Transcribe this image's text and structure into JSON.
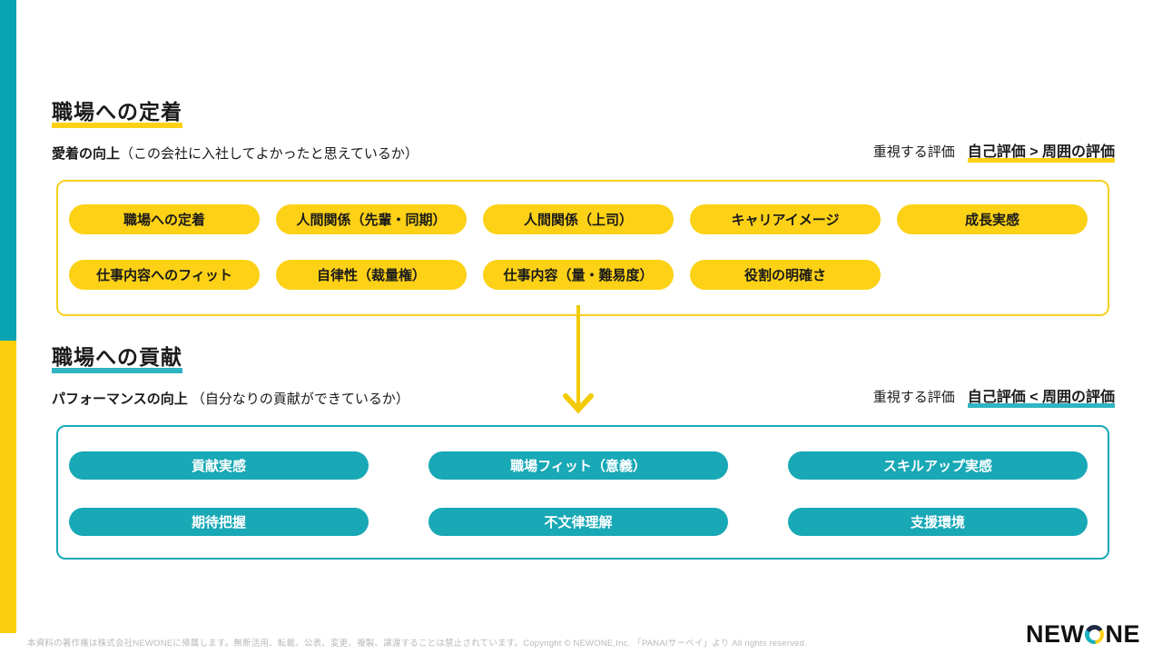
{
  "colors": {
    "brand_yellow": "#FCD116",
    "brand_teal": "#18A8B6",
    "brand_navy": "#1F2A44",
    "text_dark": "#1A1A1A",
    "footer_gray": "#B9B9B9"
  },
  "sections": [
    {
      "title": "職場への定着",
      "subtitle_lead": "愛着の向上",
      "subtitle_note": "（この会社に入社してよかったと思えているか）",
      "eval_label": "重視する評価",
      "eval_value": "自己評価 > 周囲の評価",
      "pills": [
        "職場への定着",
        "人間関係（先輩・同期）",
        "人間関係（上司）",
        "キャリアイメージ",
        "成長実感",
        "仕事内容へのフィット",
        "自律性（裁量権）",
        "仕事内容（量・難易度）",
        "役割の明確さ"
      ]
    },
    {
      "title": "職場への貢献",
      "subtitle_lead": "パフォーマンスの向上",
      "subtitle_note": " （自分なりの貢献ができているか）",
      "eval_label": "重視する評価",
      "eval_value": "自己評価 < 周囲の評価",
      "pills": [
        "貢献実感",
        "職場フィット（意義）",
        "スキルアップ実感",
        "期待把握",
        "不文律理解",
        "支援環境"
      ]
    }
  ],
  "footer": {
    "copyright": "本資料の著作権は株式会社NEWONEに帰属します。無断活用、転載、公表、変更、複製、譲渡することは禁止されています。Copyright © NEWONE,Inc. 「PANAIサーベイ」より All rights reserved."
  },
  "logo": {
    "text_left": "NEW",
    "text_right": "NE",
    "o_icon": "newone-ring-icon"
  }
}
